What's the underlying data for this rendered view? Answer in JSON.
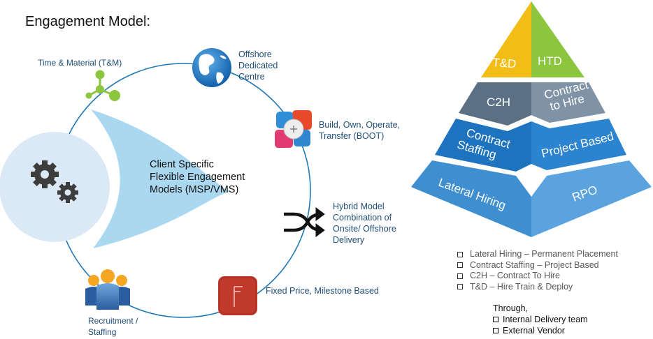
{
  "title": "Engagement Model:",
  "center": {
    "lines": [
      "Client Specific",
      "Flexible  Engagement",
      "Models (MSP/VMS)"
    ],
    "icon": "gears-icon"
  },
  "models": {
    "tm": {
      "lines": [
        "Time &  Material  (T&M)"
      ],
      "icon": "network-nodes-icon"
    },
    "odc": {
      "lines": [
        "Offshore",
        "Dedicated",
        "Centre"
      ],
      "icon": "globe-icon"
    },
    "boot": {
      "lines": [
        "Build, Own, Operate,",
        "Transfer (BOOT)"
      ],
      "icon": "puzzle-blocks-icon"
    },
    "hybrid": {
      "lines": [
        "Hybrid Model",
        "Combination of",
        "Onsite/  Offshore",
        "Delivery"
      ],
      "icon": "shuffle-icon"
    },
    "fixed": {
      "lines": [
        "Fixed Price,  Milestone Based"
      ],
      "icon": "flag-card-icon"
    },
    "recruit": {
      "lines": [
        "Recruitment /",
        "Staffing"
      ],
      "icon": "people-group-icon"
    }
  },
  "pyramid": {
    "top": {
      "left": "T&D",
      "right": "HTD"
    },
    "tier2": {
      "left": "C2H",
      "right_lines": [
        "Contract",
        "to Hire"
      ]
    },
    "tier3": {
      "left_lines": [
        "Contract",
        "Staffing"
      ],
      "right": "Project Based"
    },
    "tier4": {
      "left": "Lateral Hiring",
      "right": "RPO"
    }
  },
  "legend": [
    "Lateral Hiring – Permanent Placement",
    "Contract Staffing – Project Based",
    "C2H – Contract To Hire",
    "T&D – Hire Train & Deploy"
  ],
  "through": {
    "heading": "Through,",
    "items": [
      "Internal Delivery team",
      "External Vendor"
    ]
  },
  "colors": {
    "circle": "#1f78b4",
    "crescent": "#aad8f0",
    "hub": "#dbe8f5",
    "yellow": "#f3bd17",
    "green": "#8cc63f",
    "gray_left": "#5b7085",
    "gray_right": "#7f92a6",
    "blue_left": "#1e73be",
    "blue_right": "#2c83cf",
    "light_left": "#3e8ed0",
    "light_right": "#5aa3de"
  }
}
